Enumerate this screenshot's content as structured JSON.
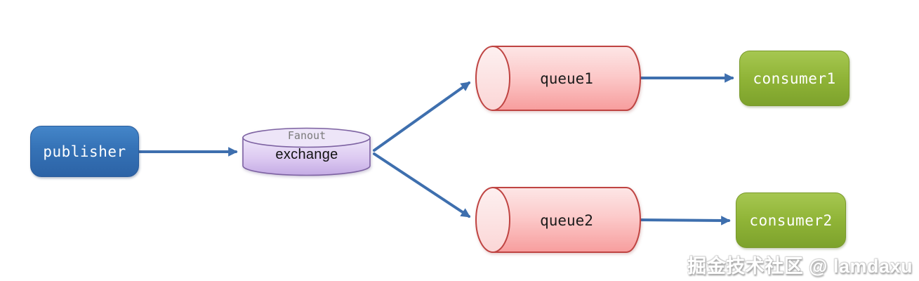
{
  "diagram": {
    "title": "fanout-exchange-topology",
    "nodes": {
      "publisher": {
        "label": "publisher",
        "shape": "rounded-rect",
        "color": "#3572b6",
        "text_color": "#ffffff"
      },
      "exchange": {
        "type_label": "Fanout",
        "label": "exchange",
        "shape": "cylinder-vertical",
        "color": "#d8c4ef",
        "border_color": "#7d62a2"
      },
      "queue1": {
        "label": "queue1",
        "shape": "cylinder-horizontal",
        "color": "#f9b0b0",
        "border_color": "#bf4442"
      },
      "queue2": {
        "label": "queue2",
        "shape": "cylinder-horizontal",
        "color": "#f9b0b0",
        "border_color": "#bf4442"
      },
      "consumer1": {
        "label": "consumer1",
        "shape": "rounded-rect",
        "color": "#90b437",
        "text_color": "#ffffff"
      },
      "consumer2": {
        "label": "consumer2",
        "shape": "rounded-rect",
        "color": "#90b437",
        "text_color": "#ffffff"
      }
    },
    "edges": [
      {
        "from": "publisher",
        "to": "exchange"
      },
      {
        "from": "exchange",
        "to": "queue1"
      },
      {
        "from": "exchange",
        "to": "queue2"
      },
      {
        "from": "queue1",
        "to": "consumer1"
      },
      {
        "from": "queue2",
        "to": "consumer2"
      }
    ],
    "arrow_color": "#3e6fae",
    "watermark": "掘金技术社区 @ lamdaxu"
  }
}
